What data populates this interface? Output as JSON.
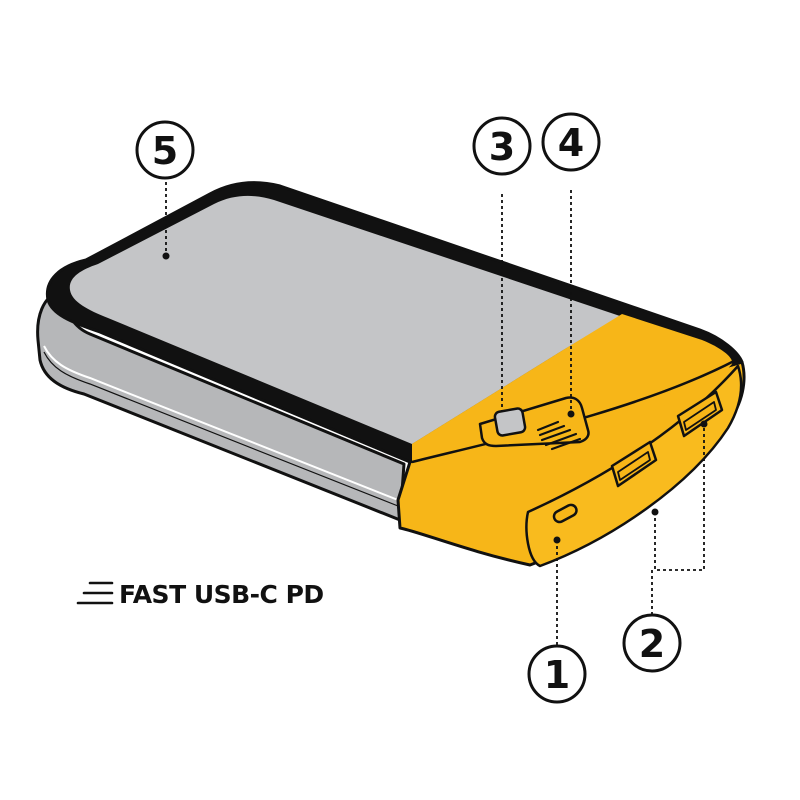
{
  "colors": {
    "outline": "#111111",
    "panel_gray": "#c4c5c7",
    "side_gray": "#b6b7b9",
    "accent_yellow": "#f7b618",
    "background": "#ffffff"
  },
  "callouts": [
    {
      "id": "1",
      "label": "1"
    },
    {
      "id": "2",
      "label": "2"
    },
    {
      "id": "3",
      "label": "3"
    },
    {
      "id": "4",
      "label": "4"
    },
    {
      "id": "5",
      "label": "5"
    }
  ],
  "badge": {
    "icon": "speed-lines-icon",
    "text": "FAST USB-C PD"
  }
}
